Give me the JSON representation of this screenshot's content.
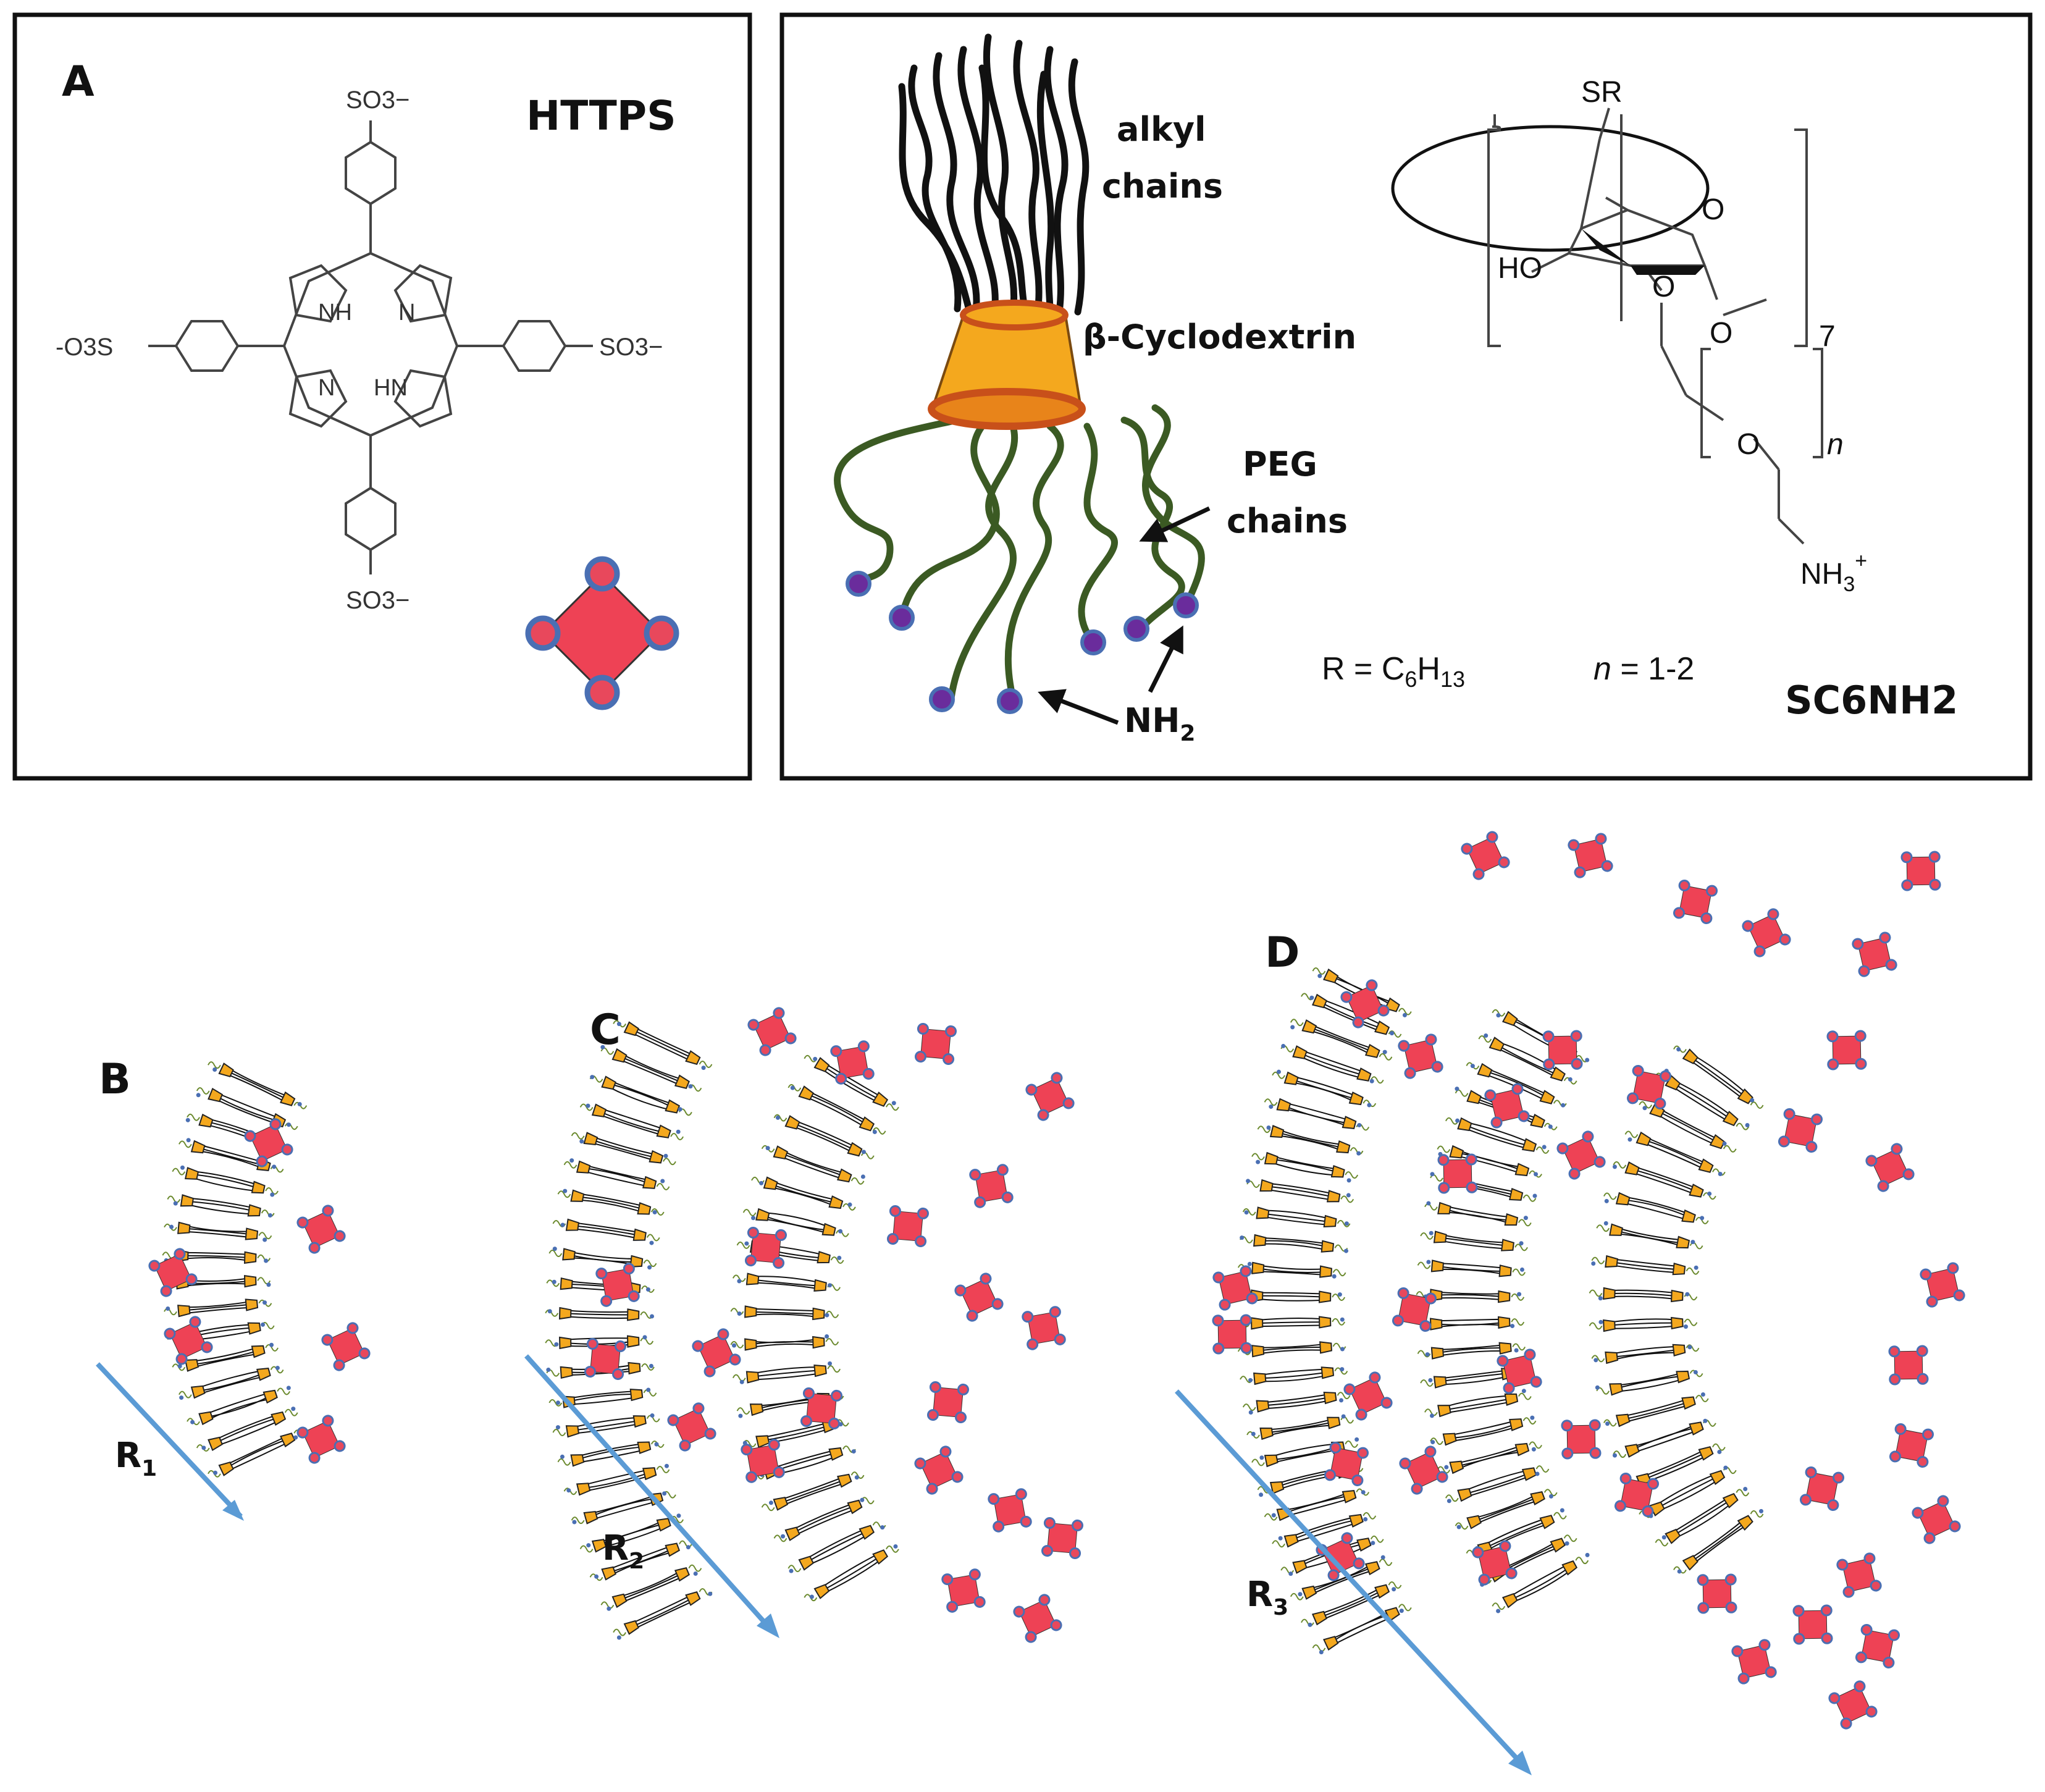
{
  "colors": {
    "porphyrin_fill": "#ee4255",
    "porphyrin_dot": "#e8485c",
    "porphyrin_dot_stroke": "#4a6fb3",
    "cone_fill": "#f4a81e",
    "cone_rim": "#c8501a",
    "peg_green": "#3b5a23",
    "amine_dot": "#6a2c9c",
    "alkyl_black": "#111111",
    "arrow_blue": "#5b9bd5",
    "assembly_green": "#6b8a2e"
  },
  "panel_a": {
    "label": "A",
    "title": "HTTPS",
    "groups": {
      "so3_top": "SO3−",
      "so3_right": "SO3−",
      "so3_bottom": "SO3−",
      "so3_left": "-O3S",
      "nh_upper": "NH",
      "n_upper": "N",
      "n_lower": "N",
      "hn_lower": "HN"
    },
    "icon": "porphyrin-diamond-icon"
  },
  "panel_sc6nh2": {
    "labels": {
      "alkyl_1": "alkyl",
      "alkyl_2": "chains",
      "cyclodextrin": "β-Cyclodextrin",
      "peg_1": "PEG",
      "peg_2": "chains",
      "nh2": "NH",
      "nh2_sub": "2"
    },
    "structure": {
      "sr": "SR",
      "ho": "HO",
      "o_ring": "O",
      "o_glyco": "O",
      "o_bridge": "O",
      "o_peg": "O",
      "repeat_7": "7",
      "repeat_n": "n",
      "nh3": "NH",
      "nh3_sub": "3",
      "nh3_charge": "+",
      "r_def": "R = C",
      "r_sub6": "6",
      "r_h": "H",
      "r_sub13": "13",
      "n_italic": "n",
      "n_def": " = 1-2",
      "name": "SC6NH2"
    }
  },
  "panel_b": {
    "label": "B",
    "radius": "R",
    "radius_sub": "1"
  },
  "panel_c": {
    "label": "C",
    "radius": "R",
    "radius_sub": "2"
  },
  "panel_d": {
    "label": "D",
    "radius": "R",
    "radius_sub": "3"
  }
}
